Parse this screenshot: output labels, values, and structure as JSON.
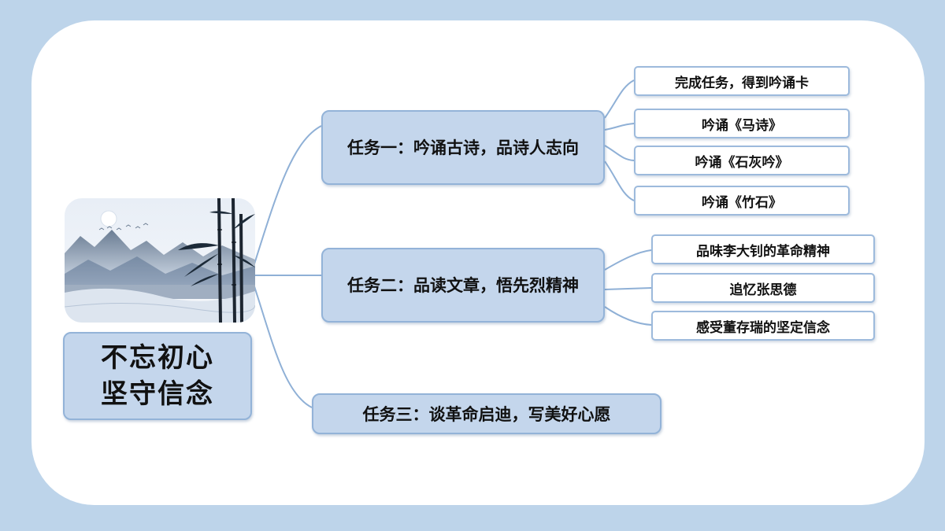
{
  "root": {
    "line1": "不忘初心",
    "line2": "坚守信念"
  },
  "tasks": [
    {
      "label": "任务一：吟诵古诗，品诗人志向",
      "items": [
        "完成任务，得到吟诵卡",
        "吟诵《马诗》",
        "吟诵《石灰吟》",
        "吟诵《竹石》"
      ]
    },
    {
      "label": "任务二：品读文章，悟先烈精神",
      "items": [
        "品味李大钊的革命精神",
        "追忆张思德",
        "感受董存瑞的坚定信念"
      ]
    },
    {
      "label": "任务三：谈革命启迪，写美好心愿",
      "items": []
    }
  ],
  "colors": {
    "background": "#bdd4ea",
    "node_fill": "#c4d6ec",
    "node_border": "#93b3d8",
    "connector": "#8fb0d6"
  },
  "illustration": "ink-landscape-bamboo-image"
}
